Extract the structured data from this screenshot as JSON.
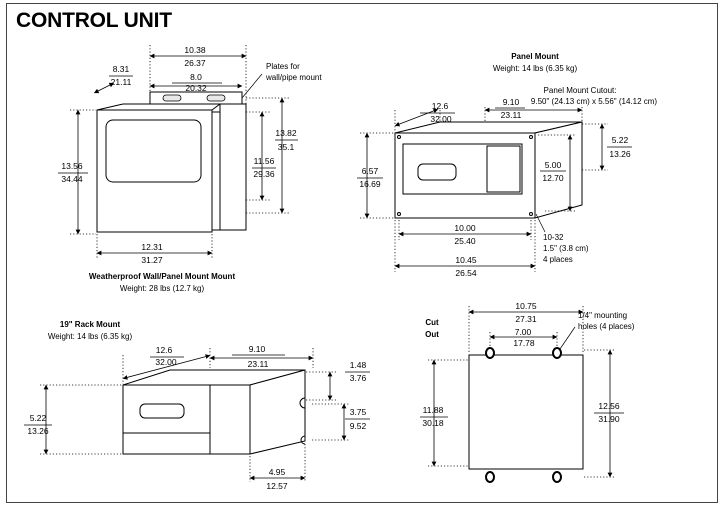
{
  "title": "CONTROL UNIT",
  "wall": {
    "d1_in": "10.38",
    "d1_cm": "26.37",
    "d2_in": "8.31",
    "d2_cm": "21.11",
    "d3_in": "8.0",
    "d3_cm": "20.32",
    "plates_line1": "Plates for",
    "plates_line2": "wall/pipe mount",
    "d4_in": "13.82",
    "d4_cm": "35.1",
    "d5_in": "11.56",
    "d5_cm": "29.36",
    "d6_in": "13.56",
    "d6_cm": "34.44",
    "d7_in": "12.31",
    "d7_cm": "31.27",
    "caption": "Weatherproof Wall/Panel Mount Mount",
    "weight": "Weight: 28 lbs (12.7 kg)"
  },
  "panel": {
    "title": "Panel Mount",
    "weight": "Weight: 14 lbs (6.35 kg)",
    "cutout_title": "Panel Mount Cutout:",
    "cutout_value": "9.50\" (24.13 cm) x 5.56\" (14.12 cm)",
    "d1_in": "12.6",
    "d1_cm": "32.00",
    "d2_in": "9.10",
    "d2_cm": "23.11",
    "d3_in": "5.22",
    "d3_cm": "13.26",
    "d4_in": "6.57",
    "d4_cm": "16.69",
    "d5_in": "5.00",
    "d5_cm": "12.70",
    "d6_in": "10.00",
    "d6_cm": "25.40",
    "d7_in": "10.45",
    "d7_cm": "26.54",
    "screw_line1": "10-32",
    "screw_line2": "1.5\" (3.8 cm)",
    "screw_line3": "4 places"
  },
  "rack": {
    "title": "19\" Rack Mount",
    "weight": "Weight: 14 lbs (6.35 kg)",
    "d1_in": "12.6",
    "d1_cm": "32.00",
    "d2_in": "9.10",
    "d2_cm": "23.11",
    "d3_in": "1.48",
    "d3_cm": "3.76",
    "d4_in": "3.75",
    "d4_cm": "9.52",
    "d5_in": "5.22",
    "d5_cm": "13.26",
    "d6_in": "4.95",
    "d6_cm": "12.57"
  },
  "cut": {
    "title_line1": "Cut",
    "title_line2": "Out",
    "holes_line1": "1/4\" mounting",
    "holes_line2": "holes (4 places)",
    "d1_in": "10.75",
    "d1_cm": "27.31",
    "d2_in": "7.00",
    "d2_cm": "17.78",
    "d3_in": "11.88",
    "d3_cm": "30.18",
    "d4_in": "12.56",
    "d4_cm": "31.90"
  }
}
